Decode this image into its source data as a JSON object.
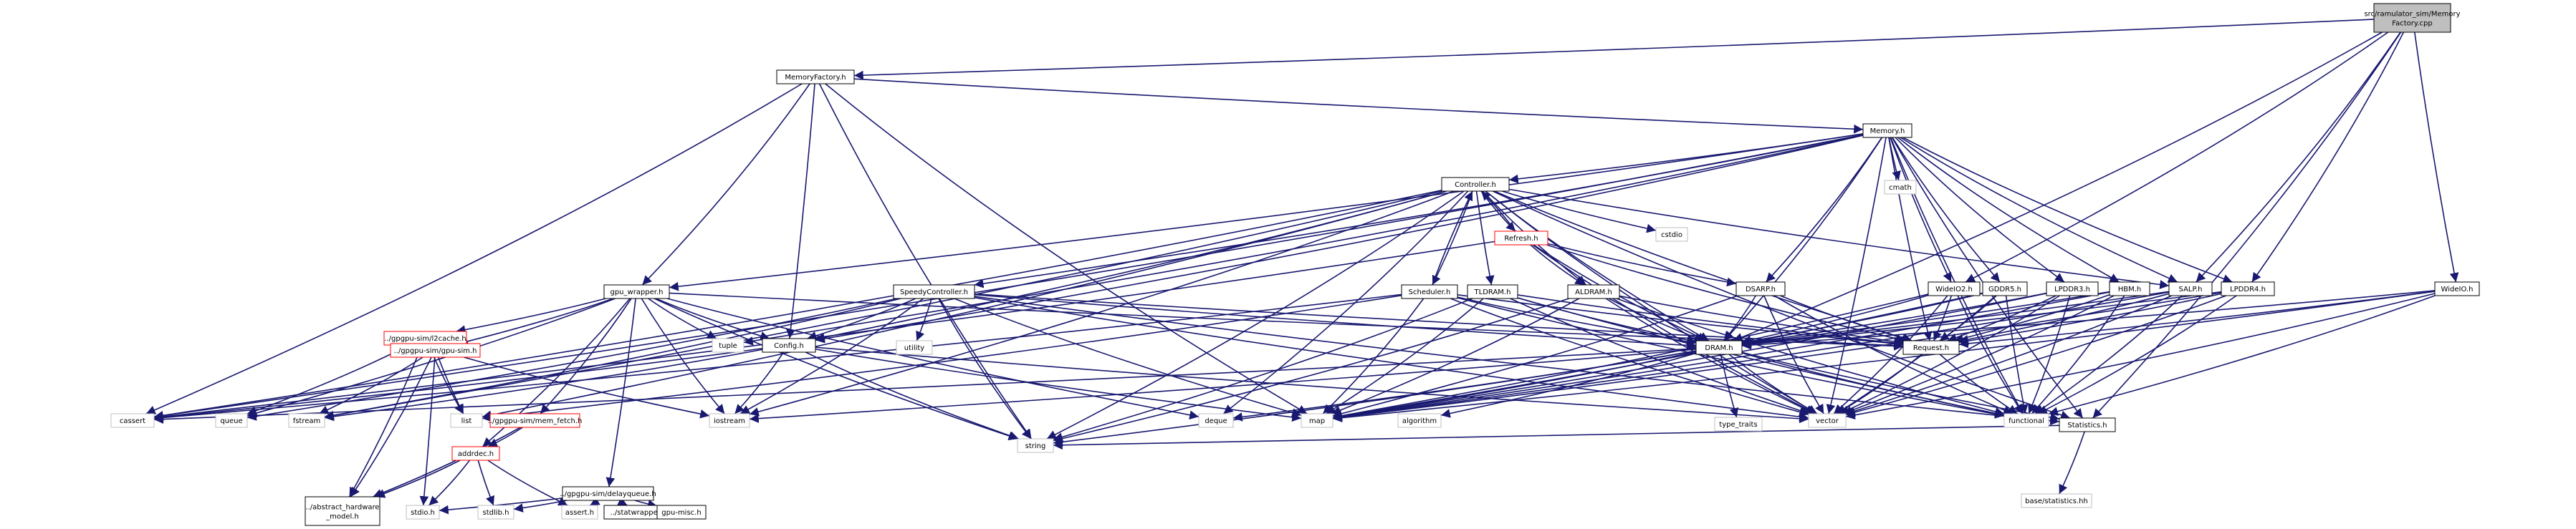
{
  "colors": {
    "edge": "#191970",
    "node_border": "#000000",
    "node_fill": "#ffffff",
    "missing_border": "#ff0000",
    "system_border": "#bfbfbf",
    "root_fill": "#bfbfbf"
  },
  "nodes": [
    {
      "id": "root",
      "label": "src/ramulator_sim/Memory",
      "label2": "Factory.cpp",
      "kind": "root"
    },
    {
      "id": "memfactory",
      "label": "MemoryFactory.h",
      "kind": "normal"
    },
    {
      "id": "memory",
      "label": "Memory.h",
      "kind": "normal"
    },
    {
      "id": "cmath",
      "label": "cmath",
      "kind": "system"
    },
    {
      "id": "controller",
      "label": "Controller.h",
      "kind": "normal"
    },
    {
      "id": "cstdio",
      "label": "cstdio",
      "kind": "system"
    },
    {
      "id": "refresh",
      "label": "Refresh.h",
      "kind": "missing"
    },
    {
      "id": "gpuwrapper",
      "label": "gpu_wrapper.h",
      "kind": "normal"
    },
    {
      "id": "speedy",
      "label": "SpeedyController.h",
      "kind": "normal"
    },
    {
      "id": "scheduler",
      "label": "Scheduler.h",
      "kind": "normal"
    },
    {
      "id": "tldram",
      "label": "TLDRAM.h",
      "kind": "normal"
    },
    {
      "id": "aldram",
      "label": "ALDRAM.h",
      "kind": "normal"
    },
    {
      "id": "dsarp",
      "label": "DSARP.h",
      "kind": "normal"
    },
    {
      "id": "wideio2",
      "label": "WideIO2.h",
      "kind": "normal"
    },
    {
      "id": "gddr5",
      "label": "GDDR5.h",
      "kind": "normal"
    },
    {
      "id": "lpddr3",
      "label": "LPDDR3.h",
      "kind": "normal"
    },
    {
      "id": "hbm",
      "label": "HBM.h",
      "kind": "normal"
    },
    {
      "id": "salp",
      "label": "SALP.h",
      "kind": "normal"
    },
    {
      "id": "lpddr4",
      "label": "LPDDR4.h",
      "kind": "normal"
    },
    {
      "id": "wideio",
      "label": "WideIO.h",
      "kind": "normal"
    },
    {
      "id": "gpucache",
      "label": "../gpgpu-sim/l2cache.h",
      "kind": "missing"
    },
    {
      "id": "gpusim",
      "label": "../gpgpu-sim/gpu-sim.h",
      "kind": "missing"
    },
    {
      "id": "config",
      "label": "Config.h",
      "kind": "normal"
    },
    {
      "id": "tuple",
      "label": "tuple",
      "kind": "system"
    },
    {
      "id": "utility",
      "label": "utility",
      "kind": "system"
    },
    {
      "id": "dram",
      "label": "DRAM.h",
      "kind": "normal"
    },
    {
      "id": "request",
      "label": "Request.h",
      "kind": "normal"
    },
    {
      "id": "cassert",
      "label": "cassert",
      "kind": "system"
    },
    {
      "id": "queue",
      "label": "queue",
      "kind": "system"
    },
    {
      "id": "fstream",
      "label": "fstream",
      "kind": "system"
    },
    {
      "id": "list",
      "label": "list",
      "kind": "system"
    },
    {
      "id": "memtech",
      "label": "../gpgpu-sim/mem_fetch.h",
      "kind": "missing"
    },
    {
      "id": "iostream",
      "label": "iostream",
      "kind": "system"
    },
    {
      "id": "deque",
      "label": "deque",
      "kind": "system"
    },
    {
      "id": "map",
      "label": "map",
      "kind": "system"
    },
    {
      "id": "algorithm",
      "label": "algorithm",
      "kind": "system"
    },
    {
      "id": "typetraits",
      "label": "type_traits",
      "kind": "system"
    },
    {
      "id": "vector",
      "label": "vector",
      "kind": "system"
    },
    {
      "id": "functional",
      "label": "functional",
      "kind": "system"
    },
    {
      "id": "statistics",
      "label": "Statistics.h",
      "kind": "normal"
    },
    {
      "id": "addrdec",
      "label": "addrdec.h",
      "kind": "missing"
    },
    {
      "id": "delayqueue",
      "label": "../gpgpu-sim/delayqueue.h",
      "kind": "normal"
    },
    {
      "id": "abstract",
      "label": "../abstract_hardware",
      "label2": "_model.h",
      "kind": "normal"
    },
    {
      "id": "stdioh",
      "label": "stdio.h",
      "kind": "system"
    },
    {
      "id": "stdlibh",
      "label": "stdlib.h",
      "kind": "system"
    },
    {
      "id": "asserth",
      "label": "assert.h",
      "kind": "system"
    },
    {
      "id": "statwrapper",
      "label": "../statwrapper.h",
      "kind": "normal"
    },
    {
      "id": "gpumisc",
      "label": "gpu-misc.h",
      "kind": "normal"
    },
    {
      "id": "string",
      "label": "string",
      "kind": "system"
    },
    {
      "id": "basestats",
      "label": "base/statistics.hh",
      "kind": "system"
    }
  ],
  "edges": [
    [
      "root",
      "memfactory"
    ],
    [
      "root",
      "wideio2"
    ],
    [
      "root",
      "salp"
    ],
    [
      "root",
      "lpddr4"
    ],
    [
      "root",
      "wideio"
    ],
    [
      "root",
      "dram"
    ],
    [
      "root",
      "statistics"
    ],
    [
      "memfactory",
      "memory"
    ],
    [
      "memfactory",
      "gpuwrapper"
    ],
    [
      "memfactory",
      "config"
    ],
    [
      "memfactory",
      "cassert"
    ],
    [
      "memfactory",
      "map"
    ],
    [
      "memfactory",
      "string"
    ],
    [
      "memory",
      "controller"
    ],
    [
      "memory",
      "cmath"
    ],
    [
      "memory",
      "config"
    ],
    [
      "memory",
      "speedy"
    ],
    [
      "memory",
      "dsarp"
    ],
    [
      "memory",
      "wideio2"
    ],
    [
      "memory",
      "gddr5"
    ],
    [
      "memory",
      "lpddr3"
    ],
    [
      "memory",
      "hbm"
    ],
    [
      "memory",
      "salp"
    ],
    [
      "memory",
      "lpddr4"
    ],
    [
      "memory",
      "dram"
    ],
    [
      "memory",
      "request"
    ],
    [
      "memory",
      "cassert"
    ],
    [
      "memory",
      "tuple"
    ],
    [
      "memory",
      "vector"
    ],
    [
      "memory",
      "functional"
    ],
    [
      "memory",
      "statistics"
    ],
    [
      "memory",
      "gpuwrapper"
    ],
    [
      "controller",
      "cstdio"
    ],
    [
      "controller",
      "refresh"
    ],
    [
      "controller",
      "scheduler"
    ],
    [
      "controller",
      "tldram"
    ],
    [
      "controller",
      "aldram"
    ],
    [
      "controller",
      "salp"
    ],
    [
      "controller",
      "dram"
    ],
    [
      "controller",
      "request"
    ],
    [
      "controller",
      "config"
    ],
    [
      "controller",
      "deque"
    ],
    [
      "controller",
      "list"
    ],
    [
      "controller",
      "string"
    ],
    [
      "controller",
      "vector"
    ],
    [
      "controller",
      "fstream"
    ],
    [
      "controller",
      "cassert"
    ],
    [
      "controller",
      "iostream"
    ],
    [
      "controller",
      "statistics"
    ],
    [
      "refresh",
      "dsarp"
    ],
    [
      "refresh",
      "aldram"
    ],
    [
      "refresh",
      "request"
    ],
    [
      "refresh",
      "controller"
    ],
    [
      "refresh",
      "cassert"
    ],
    [
      "refresh",
      "vector"
    ],
    [
      "refresh",
      "dram"
    ],
    [
      "gpuwrapper",
      "gpucache"
    ],
    [
      "gpuwrapper",
      "gpusim"
    ],
    [
      "gpuwrapper",
      "config"
    ],
    [
      "gpuwrapper",
      "tuple"
    ],
    [
      "gpuwrapper",
      "memtech"
    ],
    [
      "gpuwrapper",
      "delayqueue"
    ],
    [
      "gpuwrapper",
      "request"
    ],
    [
      "gpuwrapper",
      "deque"
    ],
    [
      "gpuwrapper",
      "string"
    ],
    [
      "gpuwrapper",
      "addrdec"
    ],
    [
      "gpuwrapper",
      "iostream"
    ],
    [
      "gpuwrapper",
      "queue"
    ],
    [
      "speedy",
      "config"
    ],
    [
      "speedy",
      "dram"
    ],
    [
      "speedy",
      "request"
    ],
    [
      "speedy",
      "statistics"
    ],
    [
      "speedy",
      "utility"
    ],
    [
      "speedy",
      "string"
    ],
    [
      "speedy",
      "map"
    ],
    [
      "speedy",
      "vector"
    ],
    [
      "speedy",
      "queue"
    ],
    [
      "speedy",
      "fstream"
    ],
    [
      "speedy",
      "iostream"
    ],
    [
      "scheduler",
      "dram"
    ],
    [
      "scheduler",
      "request"
    ],
    [
      "scheduler",
      "controller"
    ],
    [
      "scheduler",
      "map"
    ],
    [
      "scheduler",
      "list"
    ],
    [
      "scheduler",
      "functional"
    ],
    [
      "scheduler",
      "vector"
    ],
    [
      "scheduler",
      "cassert"
    ],
    [
      "tldram",
      "dram"
    ],
    [
      "tldram",
      "request"
    ],
    [
      "tldram",
      "vector"
    ],
    [
      "tldram",
      "functional"
    ],
    [
      "tldram",
      "map"
    ],
    [
      "tldram",
      "string"
    ],
    [
      "aldram",
      "dram"
    ],
    [
      "aldram",
      "request"
    ],
    [
      "aldram",
      "vector"
    ],
    [
      "aldram",
      "functional"
    ],
    [
      "aldram",
      "map"
    ],
    [
      "aldram",
      "string"
    ],
    [
      "dsarp",
      "dram"
    ],
    [
      "dsarp",
      "request"
    ],
    [
      "dsarp",
      "vector"
    ],
    [
      "dsarp",
      "functional"
    ],
    [
      "dsarp",
      "map"
    ],
    [
      "wideio2",
      "dram"
    ],
    [
      "wideio2",
      "request"
    ],
    [
      "wideio2",
      "vector"
    ],
    [
      "wideio2",
      "functional"
    ],
    [
      "wideio2",
      "map"
    ],
    [
      "gddr5",
      "dram"
    ],
    [
      "gddr5",
      "request"
    ],
    [
      "gddr5",
      "vector"
    ],
    [
      "gddr5",
      "functional"
    ],
    [
      "gddr5",
      "map"
    ],
    [
      "lpddr3",
      "dram"
    ],
    [
      "lpddr3",
      "request"
    ],
    [
      "lpddr3",
      "vector"
    ],
    [
      "lpddr3",
      "functional"
    ],
    [
      "lpddr3",
      "map"
    ],
    [
      "hbm",
      "dram"
    ],
    [
      "hbm",
      "request"
    ],
    [
      "hbm",
      "vector"
    ],
    [
      "hbm",
      "functional"
    ],
    [
      "hbm",
      "map"
    ],
    [
      "salp",
      "dram"
    ],
    [
      "salp",
      "request"
    ],
    [
      "salp",
      "vector"
    ],
    [
      "salp",
      "functional"
    ],
    [
      "salp",
      "map"
    ],
    [
      "lpddr4",
      "dram"
    ],
    [
      "lpddr4",
      "request"
    ],
    [
      "lpddr4",
      "vector"
    ],
    [
      "lpddr4",
      "functional"
    ],
    [
      "lpddr4",
      "map"
    ],
    [
      "wideio",
      "dram"
    ],
    [
      "wideio",
      "request"
    ],
    [
      "wideio",
      "vector"
    ],
    [
      "wideio",
      "functional"
    ],
    [
      "wideio",
      "map"
    ],
    [
      "gpucache",
      "queue"
    ],
    [
      "gpucache",
      "abstract"
    ],
    [
      "gpucache",
      "list"
    ],
    [
      "gpusim",
      "list"
    ],
    [
      "gpusim",
      "fstream"
    ],
    [
      "gpusim",
      "iostream"
    ],
    [
      "gpusim",
      "stdioh"
    ],
    [
      "gpusim",
      "abstract"
    ],
    [
      "config",
      "string"
    ],
    [
      "config",
      "fstream"
    ],
    [
      "config",
      "iostream"
    ],
    [
      "config",
      "cassert"
    ],
    [
      "config",
      "vector"
    ],
    [
      "config",
      "map"
    ],
    [
      "dram",
      "statistics"
    ],
    [
      "dram",
      "deque"
    ],
    [
      "dram",
      "map"
    ],
    [
      "dram",
      "algorithm"
    ],
    [
      "dram",
      "typetraits"
    ],
    [
      "dram",
      "vector"
    ],
    [
      "dram",
      "functional"
    ],
    [
      "dram",
      "iostream"
    ],
    [
      "dram",
      "cassert"
    ],
    [
      "dram",
      "string"
    ],
    [
      "request",
      "vector"
    ],
    [
      "request",
      "functional"
    ],
    [
      "statistics",
      "basestats"
    ],
    [
      "statistics",
      "string"
    ],
    [
      "memtech",
      "addrdec"
    ],
    [
      "memtech",
      "abstract"
    ],
    [
      "addrdec",
      "stdlibh"
    ],
    [
      "addrdec",
      "stdioh"
    ],
    [
      "addrdec",
      "asserth"
    ],
    [
      "addrdec",
      "abstract"
    ],
    [
      "delayqueue",
      "stdlibh"
    ],
    [
      "delayqueue",
      "stdioh"
    ],
    [
      "delayqueue",
      "asserth"
    ],
    [
      "delayqueue",
      "statwrapper"
    ],
    [
      "delayqueue",
      "gpumisc"
    ]
  ]
}
